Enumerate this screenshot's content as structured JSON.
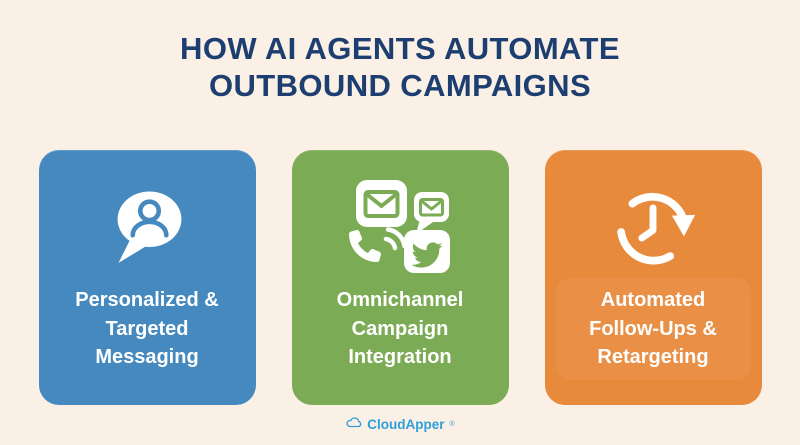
{
  "title": {
    "line1": "HOW AI AGENTS AUTOMATE",
    "line2": "OUTBOUND CAMPAIGNS"
  },
  "cards": [
    {
      "icon": "chat-person-icon",
      "color": "#4589bf",
      "label_lines": [
        "Personalized &",
        "Targeted",
        "Messaging"
      ]
    },
    {
      "icon": "omnichannel-icon",
      "color": "#7bac55",
      "label_lines": [
        "Omnichannel",
        "Campaign",
        "Integration"
      ]
    },
    {
      "icon": "history-clock-icon",
      "color": "#e88a3c",
      "label_lines": [
        "Automated",
        "Follow-Ups &",
        "Retargeting"
      ]
    }
  ],
  "footer": {
    "brand": "CloudApper",
    "registered_mark": "®"
  },
  "colors": {
    "background": "#faf0e5",
    "title_text": "#1d3e70",
    "card_text": "#ffffff",
    "brand_blue": "#2e9fd8"
  }
}
